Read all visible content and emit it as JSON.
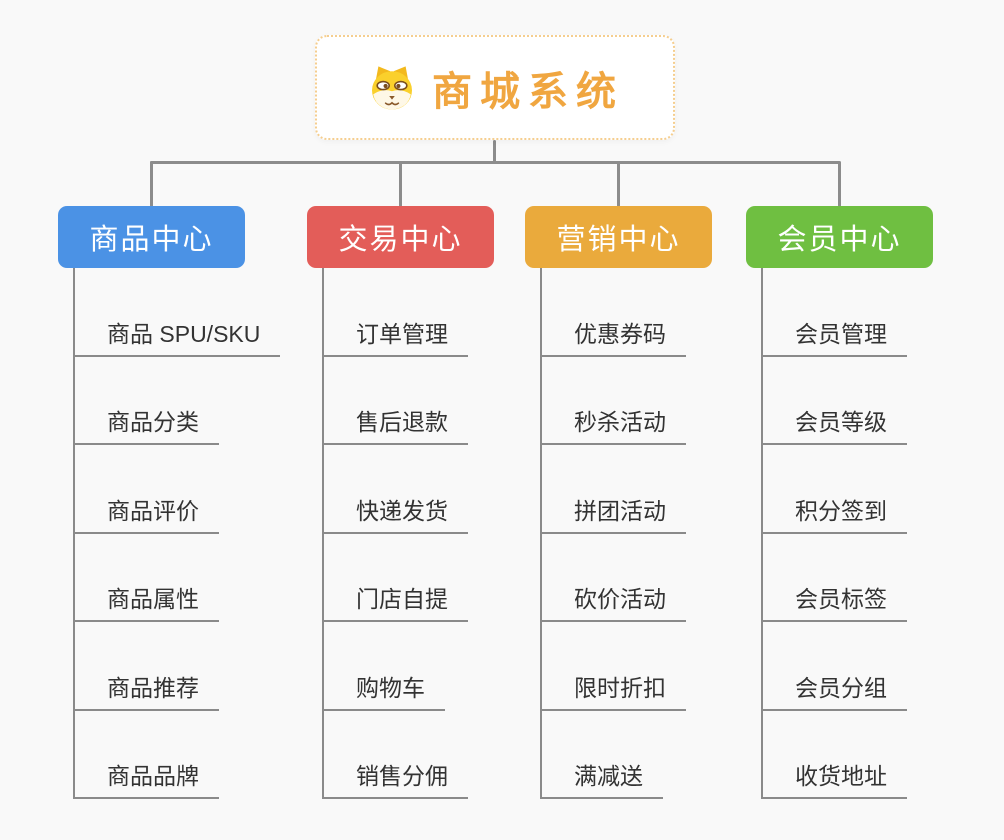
{
  "root": {
    "title": "商城系统",
    "icon": "shiba-dog-icon",
    "title_color": "#F0A640",
    "border_color": "#F5CE8F"
  },
  "style": {
    "background_color": "#F9F9F9",
    "connector_color": "#8C8C8C",
    "leaf_text_color": "#333333",
    "leaf_line_color": "#8A8A8A"
  },
  "branches": [
    {
      "label": "商品中心",
      "color": "#4B92E5",
      "children": [
        "商品 SPU/SKU",
        "商品分类",
        "商品评价",
        "商品属性",
        "商品推荐",
        "商品品牌"
      ]
    },
    {
      "label": "交易中心",
      "color": "#E35D59",
      "children": [
        "订单管理",
        "售后退款",
        "快递发货",
        "门店自提",
        "购物车",
        "销售分佣"
      ]
    },
    {
      "label": "营销中心",
      "color": "#EAAA3C",
      "children": [
        "优惠券码",
        "秒杀活动",
        "拼团活动",
        "砍价活动",
        "限时折扣",
        "满减送"
      ]
    },
    {
      "label": "会员中心",
      "color": "#6FBF41",
      "children": [
        "会员管理",
        "会员等级",
        "积分签到",
        "会员标签",
        "会员分组",
        "收货地址"
      ]
    }
  ]
}
